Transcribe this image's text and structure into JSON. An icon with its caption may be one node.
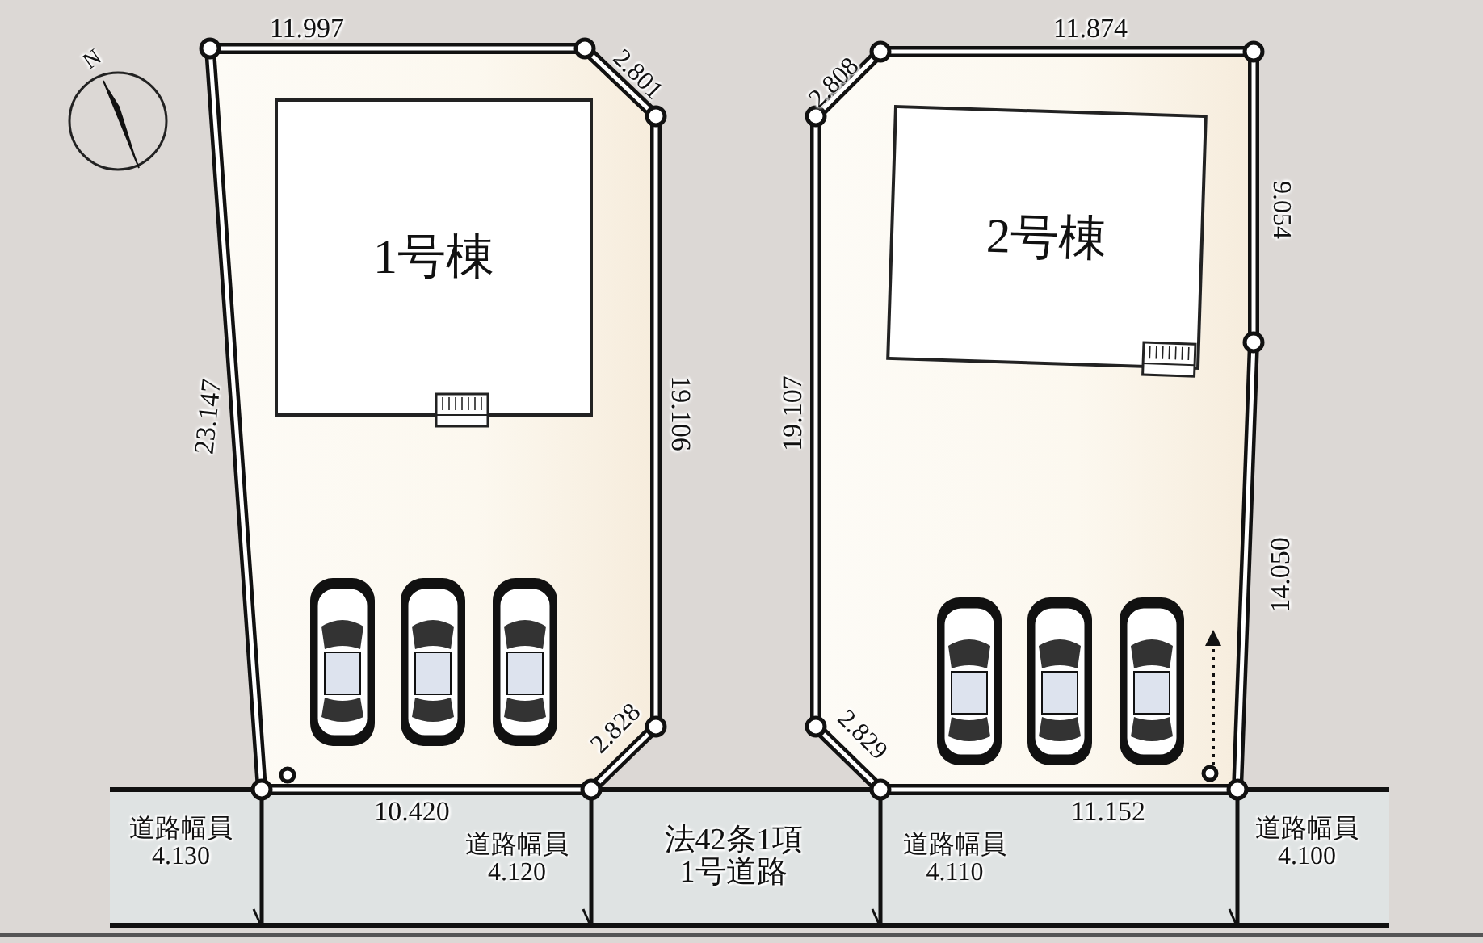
{
  "diagram": {
    "nodes": [
      {
        "text": [
          "1号棟"
        ]
      },
      {
        "text": [
          "2号棟"
        ]
      }
    ],
    "labels": [
      "11.997",
      "11.874",
      "N",
      "2.801",
      "2.808",
      "9.054",
      "23.147",
      "19.106",
      "19.107",
      "14.050",
      "2.828",
      "2.829",
      "10.420",
      "11.152",
      "道路幅員 4.130",
      "道路幅員 4.120",
      "法42条1項 1号道路",
      "道路幅員 4.110",
      "道路幅員 4.100"
    ]
  }
}
